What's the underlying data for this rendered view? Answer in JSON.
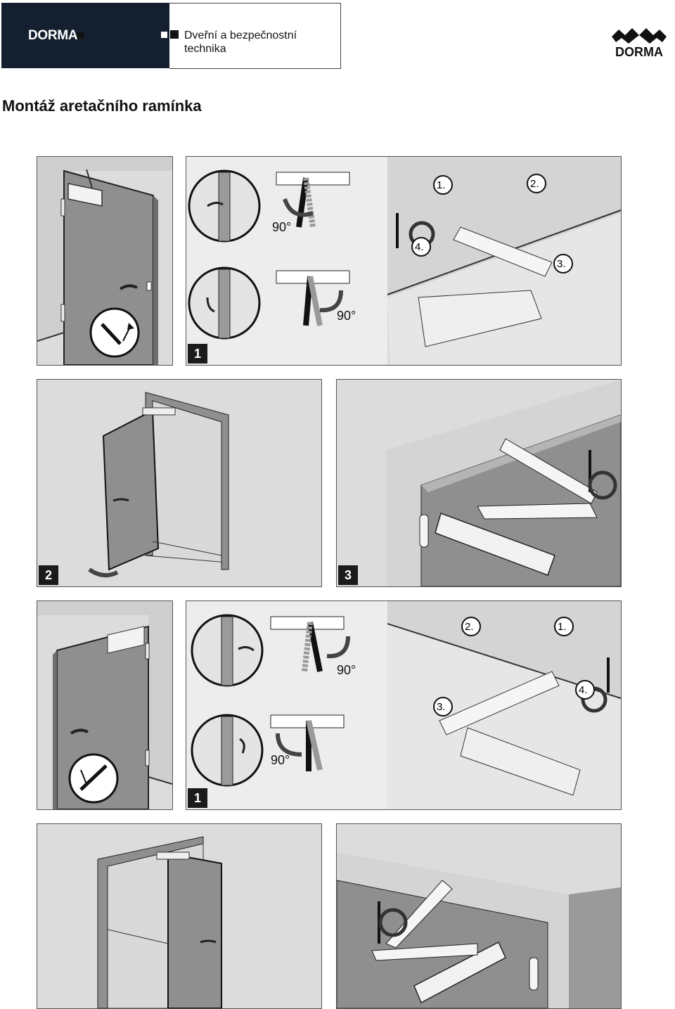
{
  "header": {
    "brand": "DORMA",
    "tagline": "Dveřní a bezpečnostní technika",
    "logo_text": "DORMA",
    "colors": {
      "dark": "#14202f",
      "accent": "#1b1b1b"
    }
  },
  "title": "Montáž aretačního ramínka",
  "steps": {
    "s1_top": "1",
    "s2": "2",
    "s3": "3",
    "s1_bottom": "1"
  },
  "angle_labels": {
    "top_a": "90°",
    "top_b": "90°",
    "bottom_a": "90°",
    "bottom_b": "90°"
  },
  "callouts": {
    "top": [
      "1.",
      "2.",
      "3.",
      "4."
    ],
    "bottom": [
      "1.",
      "2.",
      "3.",
      "4."
    ]
  },
  "icons": [
    "door-closer-icon",
    "pivot-arrow-icon",
    "allen-key-icon",
    "rotate-arrow-icon"
  ]
}
